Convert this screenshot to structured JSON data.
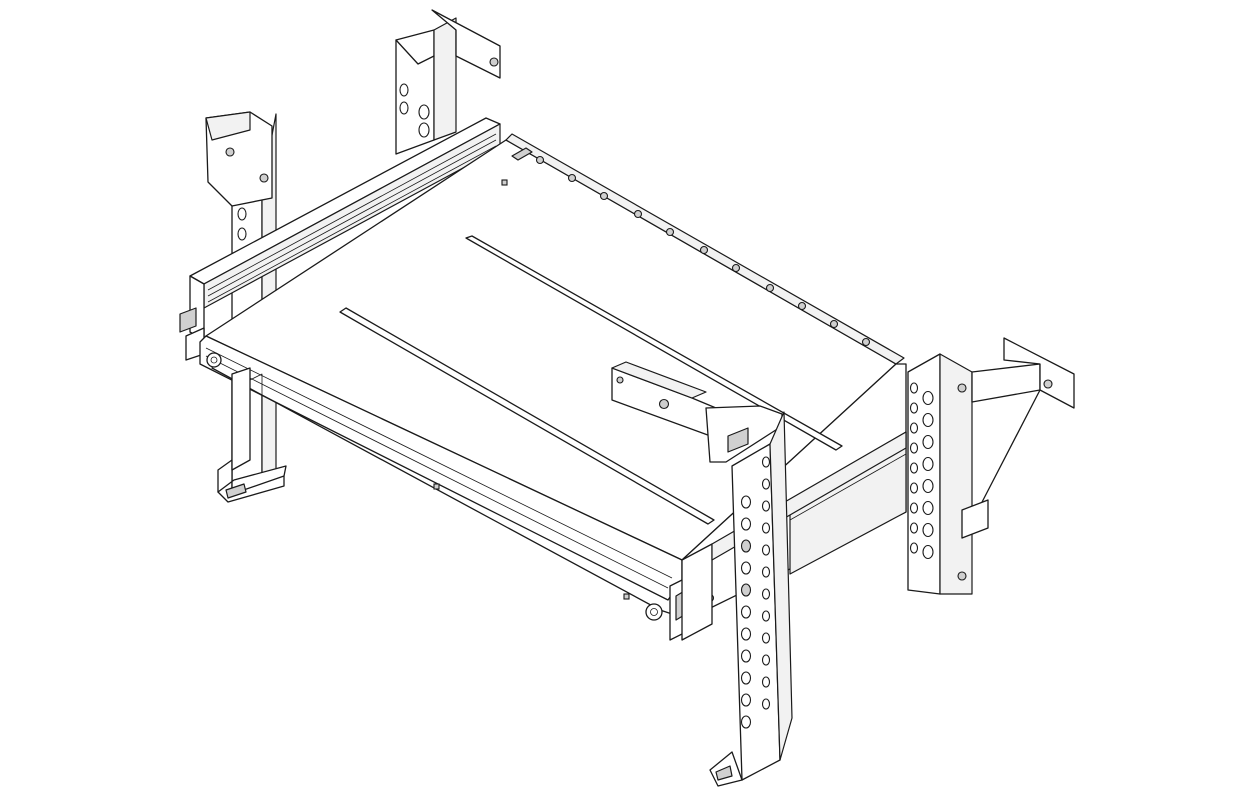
{
  "drawing": {
    "subject": "rack-mount-sliding-shelf",
    "line_color": "#1a1a1a",
    "background": "#ffffff",
    "parts": [
      "shelf-tray",
      "left-rail",
      "right-rail",
      "back-left-post",
      "back-right-post",
      "front-left-post",
      "front-right-post",
      "mounting-bracket"
    ]
  }
}
